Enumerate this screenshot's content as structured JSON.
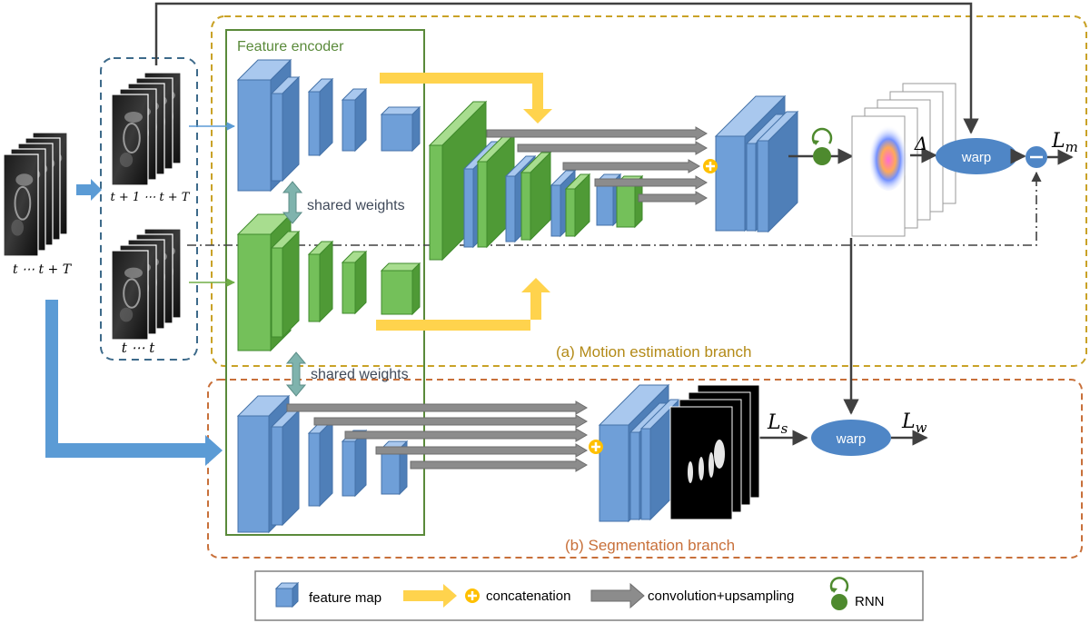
{
  "labels": {
    "feature_encoder": "Feature encoder",
    "shared_weights_1": "shared weights",
    "shared_weights_2": "shared weights",
    "motion_branch": "(a) Motion estimation branch",
    "segmentation_branch": "(b) Segmentation branch",
    "warp_1": "warp",
    "warp_2": "warp"
  },
  "inputs": {
    "full_sequence": "t ⋯ t + T",
    "shifted_sequence": "t + 1 ⋯ t + T",
    "base_sequence": "t ⋯ t"
  },
  "math": {
    "delta": "Δ",
    "Lm_base": "L",
    "Lm_sub": "m",
    "Ls_base": "L",
    "Ls_sub": "s",
    "Lw_base": "L",
    "Lw_sub": "w"
  },
  "legend": {
    "feature_map": "feature map",
    "concatenation": "concatenation",
    "conv_upsampling": "convolution+upsampling",
    "rnn": "RNN"
  },
  "colors": {
    "blue_face": "#6f9fd8",
    "green_face": "#74c05a",
    "yellow_arrow": "#ffd34d",
    "gray_arrow": "#7f7f7f",
    "node_blue": "#4f86c6",
    "motion_box": "#c9a227",
    "seg_box": "#c8703a",
    "encoder_box": "#5a8a3a"
  }
}
